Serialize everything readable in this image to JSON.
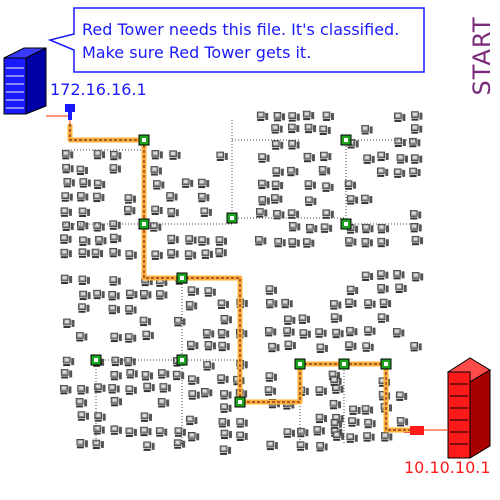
{
  "message": {
    "line1": "Red Tower needs this file. It's classified.",
    "line2": "Make sure Red Tower gets it."
  },
  "source": {
    "ip": "172.16.16.1",
    "color": "#1a1aff"
  },
  "target": {
    "ip": "10.10.10.1",
    "color": "#ff1a1a"
  },
  "start_label": "START",
  "colors": {
    "text_blue": "#1a1aff",
    "path_orange": "#ffb03a",
    "node_green": "#1ea31e",
    "start_purple": "#7a2a7a"
  },
  "icons": {
    "source_tower": "blue-tower-icon",
    "target_tower": "red-tower-icon",
    "source_plug": "blue-connector-icon",
    "target_plug": "red-connector-icon",
    "router": "router-node-icon",
    "computer": "computer-icon"
  }
}
